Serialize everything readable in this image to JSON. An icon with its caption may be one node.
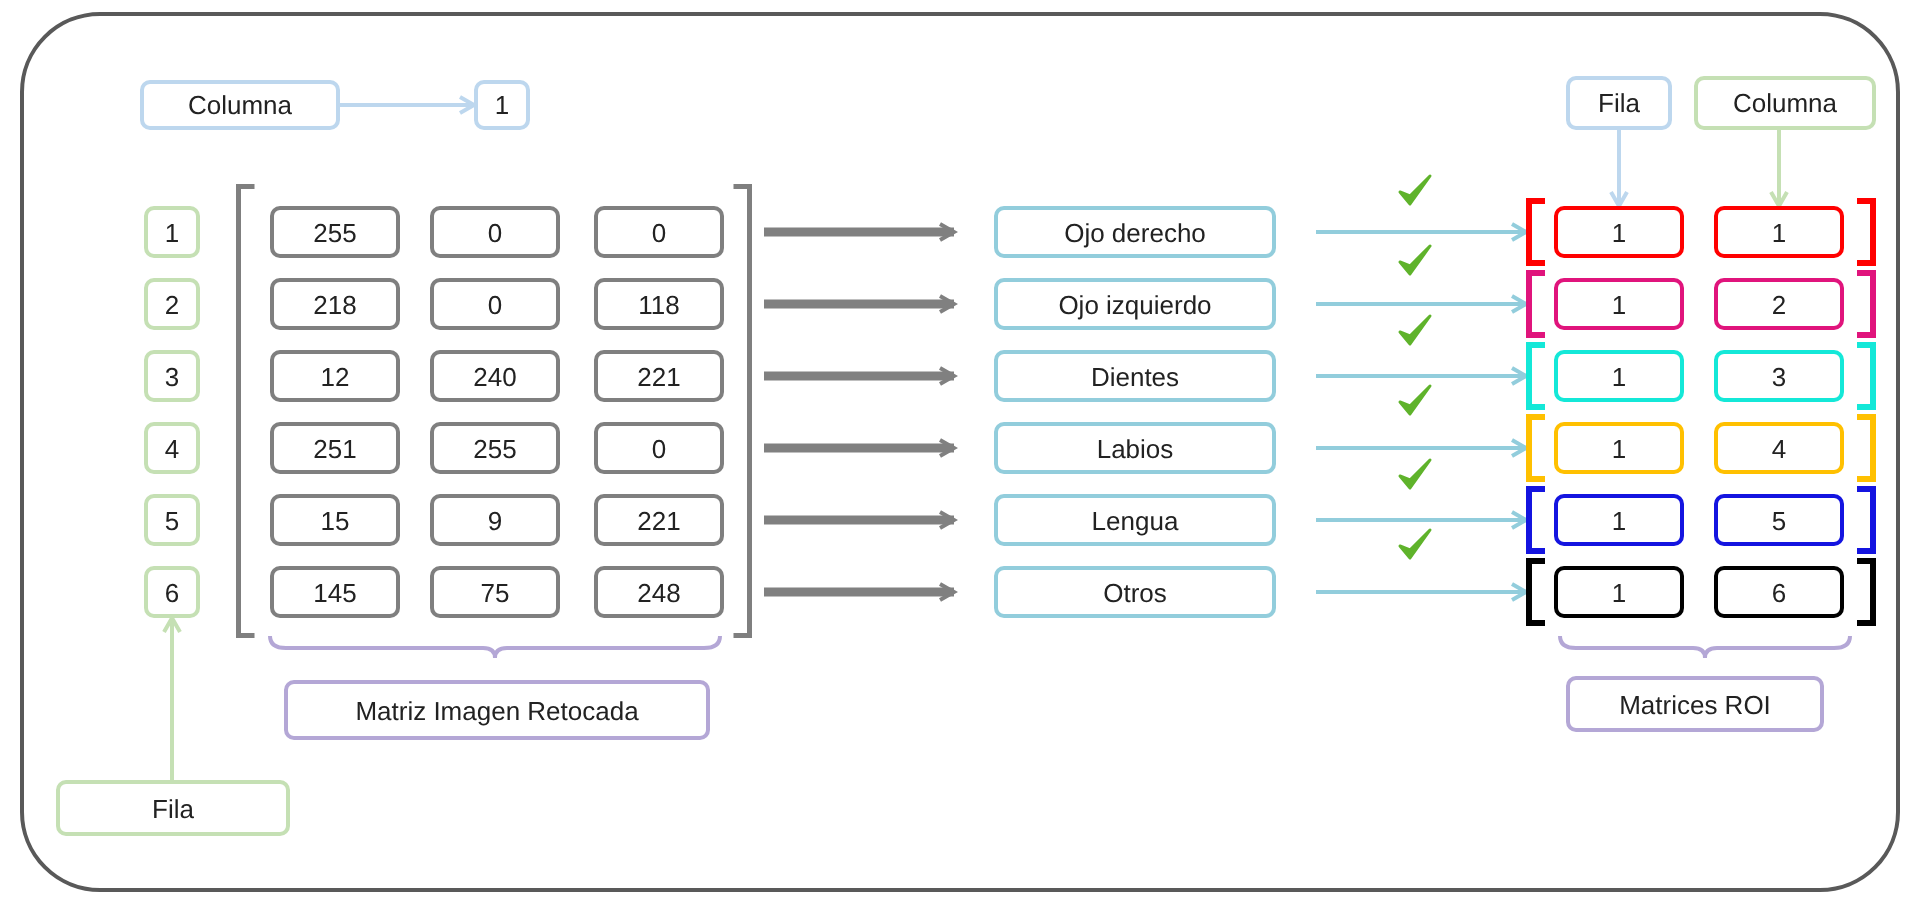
{
  "diagram": {
    "nodes": [
      {
        "text": [
          "Columna"
        ]
      },
      {
        "text": [
          "1"
        ]
      },
      {
        "text": [
          "Fila"
        ]
      },
      {
        "text": [
          "Columna"
        ]
      },
      {
        "text": [
          "1"
        ]
      },
      {
        "text": [
          "2"
        ]
      },
      {
        "text": [
          "3"
        ]
      },
      {
        "text": [
          "4"
        ]
      },
      {
        "text": [
          "5"
        ]
      },
      {
        "text": [
          "6"
        ]
      },
      {
        "text": [],
        "shape": "bracket"
      },
      {
        "text": [
          "255"
        ],
        "in": 10
      },
      {
        "text": [
          "0"
        ],
        "in": 10
      },
      {
        "text": [
          "0"
        ],
        "in": 10
      },
      {
        "text": [
          "218"
        ],
        "in": 10
      },
      {
        "text": [
          "0"
        ],
        "in": 10
      },
      {
        "text": [
          "118"
        ],
        "in": 10
      },
      {
        "text": [
          "12"
        ],
        "in": 10
      },
      {
        "text": [
          "240"
        ],
        "in": 10
      },
      {
        "text": [
          "221"
        ],
        "in": 10
      },
      {
        "text": [
          "251"
        ],
        "in": 10
      },
      {
        "text": [
          "255"
        ],
        "in": 10
      },
      {
        "text": [
          "0"
        ],
        "in": 10
      },
      {
        "text": [
          "15"
        ],
        "in": 10
      },
      {
        "text": [
          "9"
        ],
        "in": 10
      },
      {
        "text": [
          "221"
        ],
        "in": 10
      },
      {
        "text": [
          "145"
        ],
        "in": 10
      },
      {
        "text": [
          "75"
        ],
        "in": 10
      },
      {
        "text": [
          "248"
        ],
        "in": 10
      },
      {
        "text": [
          "Ojo derecho"
        ]
      },
      {
        "text": [
          "Ojo izquierdo"
        ]
      },
      {
        "text": [
          "Dientes"
        ]
      },
      {
        "text": [
          "Labios"
        ]
      },
      {
        "text": [
          "Lengua"
        ]
      },
      {
        "text": [
          "Otros"
        ]
      },
      {
        "text": [],
        "shape": "bracket"
      },
      {
        "text": [
          "1"
        ],
        "in": 35
      },
      {
        "text": [
          "1"
        ],
        "in": 35
      },
      {
        "text": [],
        "shape": "bracket"
      },
      {
        "text": [
          "1"
        ],
        "in": 38
      },
      {
        "text": [
          "2"
        ],
        "in": 38
      },
      {
        "text": [],
        "shape": "bracket"
      },
      {
        "text": [
          "1"
        ],
        "in": 41
      },
      {
        "text": [
          "3"
        ],
        "in": 41
      },
      {
        "text": [],
        "shape": "bracket"
      },
      {
        "text": [
          "1"
        ],
        "in": 44
      },
      {
        "text": [
          "4"
        ],
        "in": 44
      },
      {
        "text": [],
        "shape": "bracket"
      },
      {
        "text": [
          "1"
        ],
        "in": 47
      },
      {
        "text": [
          "5"
        ],
        "in": 47
      },
      {
        "text": [],
        "shape": "bracket"
      },
      {
        "text": [
          "1"
        ],
        "in": 50
      },
      {
        "text": [
          "6"
        ],
        "in": 50
      },
      {
        "text": [
          "Matriz Imagen Retocada"
        ]
      },
      {
        "text": [
          "Matrices ROI"
        ]
      },
      {
        "text": [
          "Fila"
        ]
      }
    ],
    "edges": [
      {
        "from": 0,
        "to": 1,
        "arrow": "to",
        "color": "#bdd7ee"
      },
      {
        "from": 55,
        "to": 9,
        "arrow": "to",
        "color": "#c5e0b4"
      },
      {
        "from": 10,
        "to": 29,
        "arrow": "to",
        "style": "thick",
        "color": "#808080"
      },
      {
        "from": 10,
        "to": 30,
        "arrow": "to",
        "style": "thick",
        "color": "#808080"
      },
      {
        "from": 10,
        "to": 31,
        "arrow": "to",
        "style": "thick",
        "color": "#808080"
      },
      {
        "from": 10,
        "to": 32,
        "arrow": "to",
        "style": "thick",
        "color": "#808080"
      },
      {
        "from": 10,
        "to": 33,
        "arrow": "to",
        "style": "thick",
        "color": "#808080"
      },
      {
        "from": 10,
        "to": 34,
        "arrow": "to",
        "style": "thick",
        "color": "#808080"
      },
      {
        "from": 29,
        "to": 35,
        "arrow": "to",
        "color": "#92cddc"
      },
      {
        "from": 30,
        "to": 38,
        "arrow": "to",
        "color": "#92cddc"
      },
      {
        "from": 31,
        "to": 41,
        "arrow": "to",
        "color": "#92cddc"
      },
      {
        "from": 32,
        "to": 44,
        "arrow": "to",
        "color": "#92cddc"
      },
      {
        "from": 33,
        "to": 47,
        "arrow": "to",
        "color": "#92cddc"
      },
      {
        "from": 34,
        "to": 50,
        "arrow": "to",
        "color": "#92cddc"
      },
      {
        "from": 2,
        "to": 36,
        "arrow": "to",
        "color": "#bdd7ee"
      },
      {
        "from": 3,
        "to": 37,
        "arrow": "to",
        "color": "#c5e0b4"
      }
    ]
  }
}
